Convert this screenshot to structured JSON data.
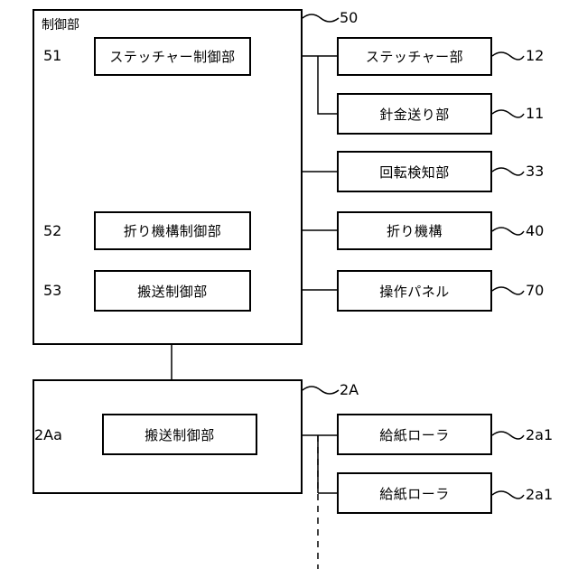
{
  "controller": {
    "title": "制御部",
    "ref": "50",
    "units": [
      {
        "label": "ステッチャー制御部",
        "ref": "51"
      },
      {
        "label": "折り機構制御部",
        "ref": "52"
      },
      {
        "label": "搬送制御部",
        "ref": "53"
      }
    ]
  },
  "peripherals": [
    {
      "label": "ステッチャー部",
      "ref": "12"
    },
    {
      "label": "針金送り部",
      "ref": "11"
    },
    {
      "label": "回転検知部",
      "ref": "33"
    },
    {
      "label": "折り機構",
      "ref": "40"
    },
    {
      "label": "操作パネル",
      "ref": "70"
    }
  ],
  "unit2A": {
    "ref": "2A",
    "controller": {
      "label": "搬送制御部",
      "ref": "2Aa"
    },
    "rollers": [
      {
        "label": "給紙ローラ",
        "ref": "2a1"
      },
      {
        "label": "給紙ローラ",
        "ref": "2a1"
      }
    ]
  }
}
